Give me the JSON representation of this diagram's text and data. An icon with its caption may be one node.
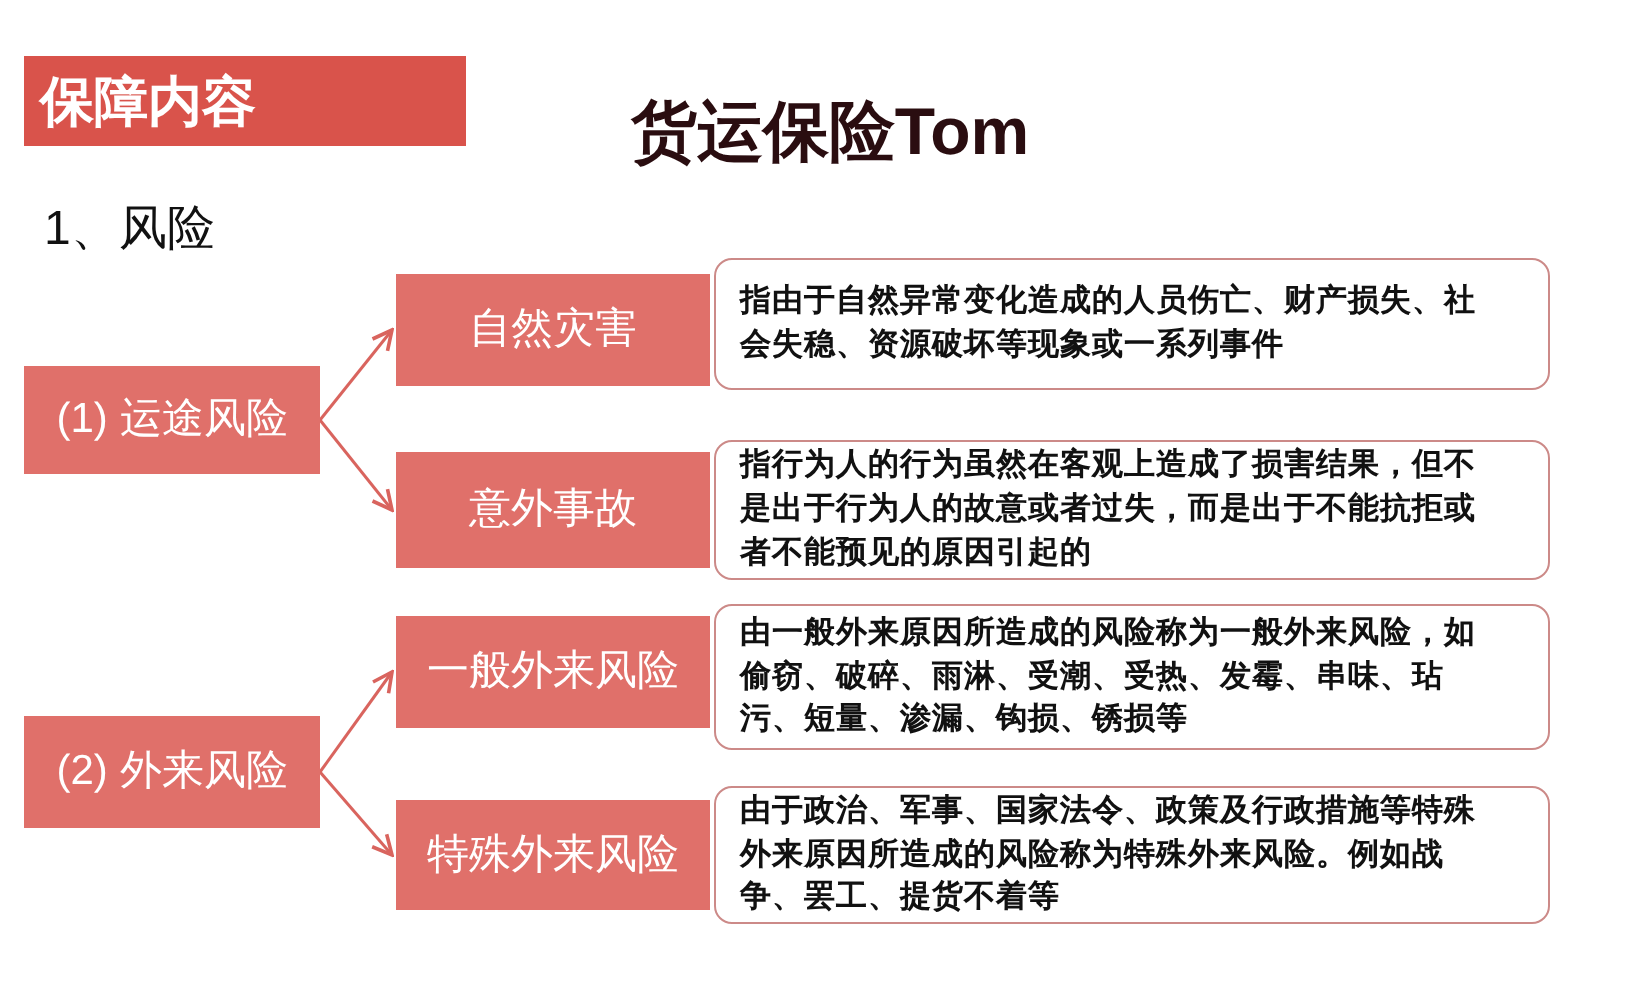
{
  "diagram": {
    "title": "货运保险Tom",
    "nodes": [
      {
        "text": [
          "保障内容"
        ]
      },
      {
        "text": [
          "(1) 运途风险"
        ]
      },
      {
        "text": [
          "自然灾害"
        ]
      },
      {
        "text": [
          "指由于自然异常变化造成的人员伤亡、财产损失、社会失稳、资源破坏等现象或一系列事件"
        ]
      },
      {
        "text": [
          "意外事故"
        ]
      },
      {
        "text": [
          "指行为人的行为虽然在客观上造成了损害结果，但不是出于行为人的故意或者过失，而是出于不能抗拒或者不能预见的原因引起的"
        ]
      },
      {
        "text": [
          "(2) 外来风险"
        ]
      },
      {
        "text": [
          "一般外来风险"
        ]
      },
      {
        "text": [
          "由一般外来原因所造成的风险称为一般外来风险，如偷窃、破碎、雨淋、受潮、受热、发霉、串味、玷污、短量、渗漏、钩损、锈损等"
        ]
      },
      {
        "text": [
          "特殊外来风险"
        ]
      },
      {
        "text": [
          "由于政治、军事、国家法令、政策及行政措施等特殊外来原因所造成的风险称为特殊外来风险。例如战争、罢工、提货不着等"
        ]
      }
    ],
    "edges": [
      {
        "from": 1,
        "to": 2,
        "arrow": "to"
      },
      {
        "from": 1,
        "to": 4,
        "arrow": "to"
      },
      {
        "from": 6,
        "to": 7,
        "arrow": "to"
      },
      {
        "from": 6,
        "to": 9,
        "arrow": "to"
      }
    ],
    "labels": [
      "1、风险"
    ]
  }
}
